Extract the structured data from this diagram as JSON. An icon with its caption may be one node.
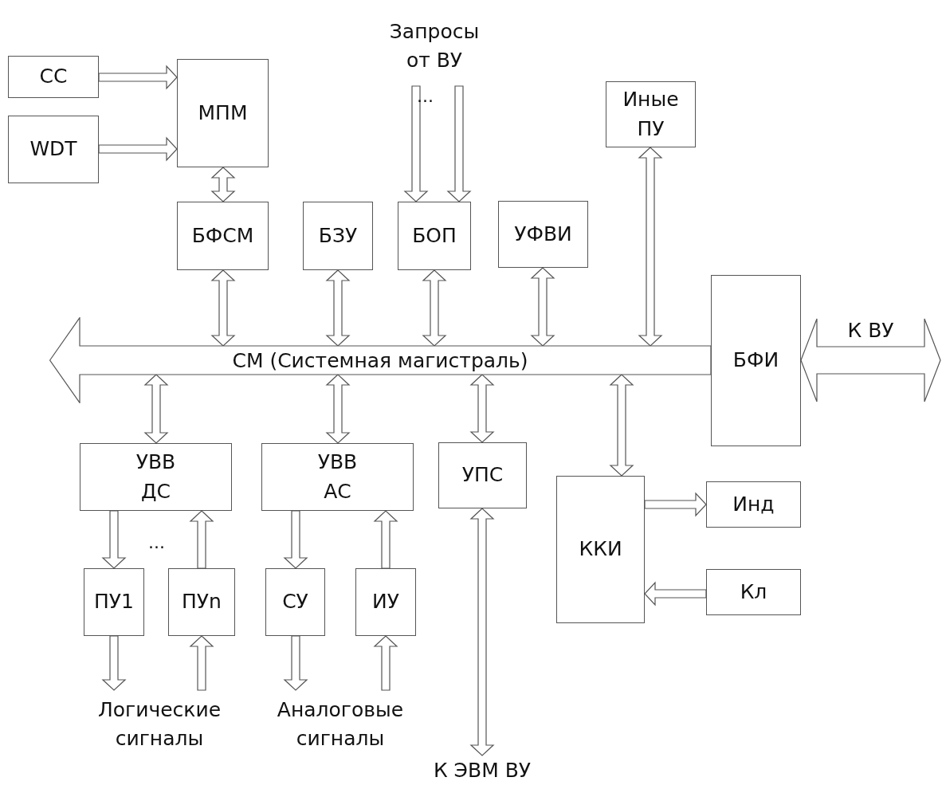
{
  "diagram": {
    "nodes": [
      {
        "text": [
          "СС"
        ]
      },
      {
        "text": [
          "WDT"
        ]
      },
      {
        "text": [
          "МПМ"
        ]
      },
      {
        "text": [
          "Запросы от ВУ"
        ]
      },
      {
        "text": [
          "Иные ПУ"
        ]
      },
      {
        "text": [
          "БФСМ"
        ]
      },
      {
        "text": [
          "БЗУ"
        ]
      },
      {
        "text": [
          "БОП"
        ]
      },
      {
        "text": [
          "УФВИ"
        ]
      },
      {
        "text": [
          "СМ (Системная магистраль)"
        ]
      },
      {
        "text": [
          "БФИ"
        ]
      },
      {
        "text": [
          "УВВ ДС"
        ]
      },
      {
        "text": [
          "УВВ АС"
        ]
      },
      {
        "text": [
          "УПС"
        ]
      },
      {
        "text": [
          "ККИ"
        ]
      },
      {
        "text": [
          "Инд"
        ]
      },
      {
        "text": [
          "Кл"
        ]
      },
      {
        "text": [
          "ПУ1"
        ]
      },
      {
        "text": [
          "ПУn"
        ]
      },
      {
        "text": [
          "СУ"
        ]
      },
      {
        "text": [
          "ИУ"
        ]
      },
      {
        "text": [
          "Логические сигналы"
        ]
      },
      {
        "text": [
          "Аналоговые сигналы"
        ]
      },
      {
        "text": [
          "К ЭВМ ВУ"
        ]
      }
    ],
    "edges": [
      {
        "from": 0,
        "to": 2,
        "arrow": "to"
      },
      {
        "from": 1,
        "to": 2,
        "arrow": "to"
      },
      {
        "from": 2,
        "to": 5,
        "arrow": "both"
      },
      {
        "from": 3,
        "to": 7,
        "arrow": "to"
      },
      {
        "from": 3,
        "to": 7,
        "arrow": "to"
      },
      {
        "from": 5,
        "to": 9,
        "arrow": "both"
      },
      {
        "from": 6,
        "to": 9,
        "arrow": "both"
      },
      {
        "from": 7,
        "to": 9,
        "arrow": "both"
      },
      {
        "from": 8,
        "to": 9,
        "arrow": "both"
      },
      {
        "from": 4,
        "to": 9,
        "arrow": "both"
      },
      {
        "from": 10,
        "to": null,
        "arrow": "both",
        "label": "К ВУ"
      },
      {
        "from": 9,
        "to": 11,
        "arrow": "both"
      },
      {
        "from": 9,
        "to": 12,
        "arrow": "both"
      },
      {
        "from": 9,
        "to": 13,
        "arrow": "both"
      },
      {
        "from": 9,
        "to": 14,
        "arrow": "both"
      },
      {
        "from": 11,
        "to": 17,
        "arrow": "to"
      },
      {
        "from": 18,
        "to": 11,
        "arrow": "to"
      },
      {
        "from": 12,
        "to": 19,
        "arrow": "to"
      },
      {
        "from": 20,
        "to": 12,
        "arrow": "to"
      },
      {
        "from": 17,
        "to": 21,
        "arrow": "to"
      },
      {
        "from": 21,
        "to": 18,
        "arrow": "to"
      },
      {
        "from": 19,
        "to": 22,
        "arrow": "to"
      },
      {
        "from": 22,
        "to": 20,
        "arrow": "to"
      },
      {
        "from": 13,
        "to": 23,
        "arrow": "both"
      },
      {
        "from": 14,
        "to": 15,
        "arrow": "to"
      },
      {
        "from": 16,
        "to": 14,
        "arrow": "to"
      }
    ],
    "labels": [
      "...",
      "..."
    ]
  }
}
